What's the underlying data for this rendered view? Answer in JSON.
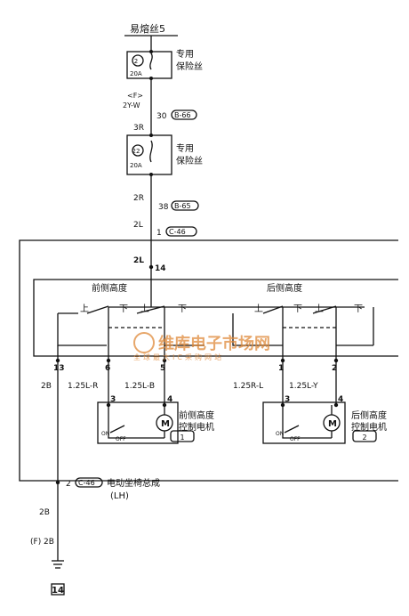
{
  "diagram": {
    "top_fuse": "易熔丝5",
    "fuse_label": "专用\n保险丝",
    "fuse1": {
      "num": "2",
      "amp": "20A"
    },
    "fuse2": {
      "num": "22",
      "amp": "20A"
    },
    "conn_f": "<F>",
    "wire_2yw": "2Y-W",
    "pin_30": "30",
    "conn_b66": "B-66",
    "wire_3r": "3R",
    "wire_2r": "2R",
    "pin_38": "38",
    "conn_b65": "B-65",
    "wire_2l_a": "2L",
    "pin_1": "1",
    "conn_c46_a": "C-46",
    "wire_2l_b": "2L",
    "pin_14": "14",
    "front_height": "前侧高度",
    "rear_height": "后侧高度",
    "up": "上",
    "down": "下",
    "pins": {
      "p13": "13",
      "p6": "6",
      "p5": "5",
      "p1": "1",
      "p2": "2",
      "p3a": "3",
      "p4a": "4",
      "p3b": "3",
      "p4b": "4"
    },
    "wires": {
      "w2b": "2B",
      "w125lr": "1.25L-R",
      "w125lb": "1.25L-B",
      "w125rl": "1.25R-L",
      "w125ly": "1.25L-Y"
    },
    "motor_front": "前侧高度\n控制电机",
    "motor_rear": "后侧高度\n控制电机",
    "motor_front_num": "1",
    "motor_rear_num": "2",
    "on": "ON",
    "off": "OFF",
    "motor_symbol": "M",
    "bottom_pin_2": "2",
    "conn_c46_b": "C-46",
    "assembly": "电动坐椅总成",
    "assembly_side": "(LH)",
    "wire_2b_a": "2B",
    "wire_f2b": "(F) 2B",
    "ground_num": "14",
    "watermark_main": "维库电子市场网",
    "watermark_sub": "全球最大IC采购网站"
  }
}
